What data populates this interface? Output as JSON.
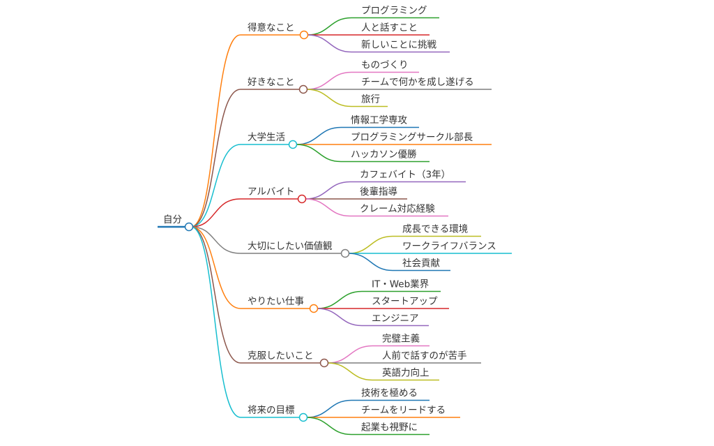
{
  "root": {
    "label": "自分",
    "color": "#1f77b4"
  },
  "branches": [
    {
      "label": "得意なこと",
      "color": "#ff7f0e",
      "children": [
        {
          "label": "プログラミング",
          "color": "#2ca02c"
        },
        {
          "label": "人と話すこと",
          "color": "#d62728"
        },
        {
          "label": "新しいことに挑戦",
          "color": "#9467bd"
        }
      ]
    },
    {
      "label": "好きなこと",
      "color": "#8c564b",
      "children": [
        {
          "label": "ものづくり",
          "color": "#e377c2"
        },
        {
          "label": "チームで何かを成し遂げる",
          "color": "#7f7f7f"
        },
        {
          "label": "旅行",
          "color": "#bcbd22"
        }
      ]
    },
    {
      "label": "大学生活",
      "color": "#17becf",
      "children": [
        {
          "label": "情報工学専攻",
          "color": "#1f77b4"
        },
        {
          "label": "プログラミングサークル部長",
          "color": "#ff7f0e"
        },
        {
          "label": "ハッカソン優勝",
          "color": "#2ca02c"
        }
      ]
    },
    {
      "label": "アルバイト",
      "color": "#d62728",
      "children": [
        {
          "label": "カフェバイト（3年）",
          "color": "#9467bd"
        },
        {
          "label": "後輩指導",
          "color": "#8c564b"
        },
        {
          "label": "クレーム対応経験",
          "color": "#e377c2"
        }
      ]
    },
    {
      "label": "大切にしたい価値観",
      "color": "#7f7f7f",
      "children": [
        {
          "label": "成長できる環境",
          "color": "#bcbd22"
        },
        {
          "label": "ワークライフバランス",
          "color": "#17becf"
        },
        {
          "label": "社会貢献",
          "color": "#1f77b4"
        }
      ]
    },
    {
      "label": "やりたい仕事",
      "color": "#ff7f0e",
      "children": [
        {
          "label": "IT・Web業界",
          "color": "#2ca02c"
        },
        {
          "label": "スタートアップ",
          "color": "#d62728"
        },
        {
          "label": "エンジニア",
          "color": "#9467bd"
        }
      ]
    },
    {
      "label": "克服したいこと",
      "color": "#8c564b",
      "children": [
        {
          "label": "完璧主義",
          "color": "#e377c2"
        },
        {
          "label": "人前で話すのが苦手",
          "color": "#7f7f7f"
        },
        {
          "label": "英語力向上",
          "color": "#bcbd22"
        }
      ]
    },
    {
      "label": "将来の目標",
      "color": "#17becf",
      "children": [
        {
          "label": "技術を極める",
          "color": "#1f77b4"
        },
        {
          "label": "チームをリードする",
          "color": "#ff7f0e"
        },
        {
          "label": "起業も視野に",
          "color": "#2ca02c"
        }
      ]
    }
  ]
}
